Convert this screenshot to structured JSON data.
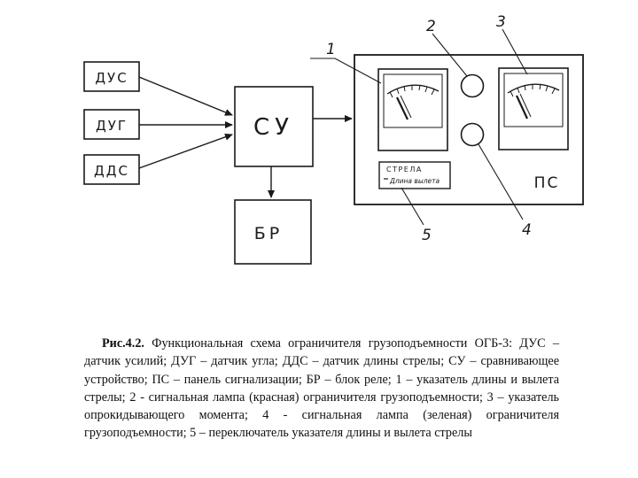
{
  "blocks": {
    "dus": "ДУС",
    "dug": "ДУГ",
    "dds": "ДДС",
    "su": "СУ",
    "br": "БР",
    "ps": "ПС"
  },
  "panel": {
    "switch_top": "СТРЕЛА",
    "switch_bottom": "Длина вылета"
  },
  "callouts": [
    "1",
    "2",
    "3",
    "4",
    "5"
  ],
  "caption": {
    "number": "Рис.4.2.",
    "text": "Функциональная схема ограничителя грузоподъемности ОГБ-3: ДУС – датчик усилий; ДУГ – датчик угла; ДДС – датчик длины стрелы; СУ – сравнивающее устройство; ПС – панель сигнализации; БР – блок реле; 1 – указатель длины и вылета стрелы; 2 - сигнальная лампа (красная) ограничителя грузоподъемности; 3 – указатель опрокидывающего момента; 4 - сигнальная лампа (зеленая) ограничителя грузоподъемности; 5 – переключатель указателя длины и вылета стрелы"
  }
}
